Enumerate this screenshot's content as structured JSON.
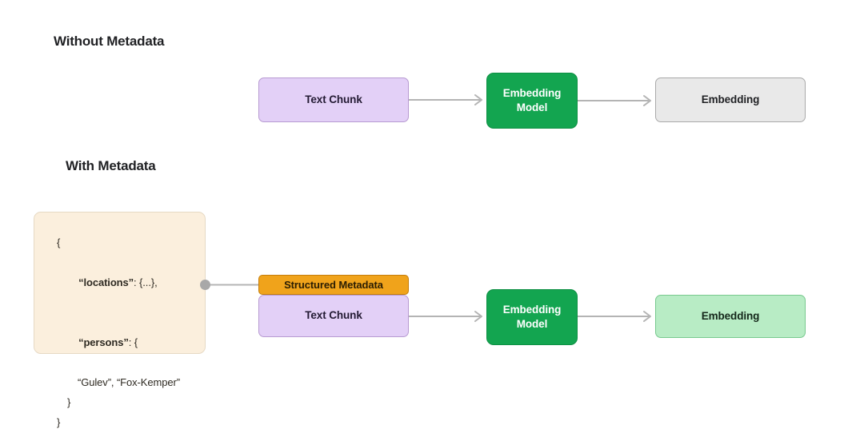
{
  "sections": [
    {
      "id": "without",
      "title": "Without Metadata"
    },
    {
      "id": "with",
      "title": "With Metadata"
    }
  ],
  "flow_without_metadata": {
    "text_chunk_label": "Text Chunk",
    "embedding_model_label": "Embedding\nModel",
    "embedding_model_line1": "Embedding",
    "embedding_model_line2": "Model",
    "embedding_output_label": "Embedding"
  },
  "flow_with_metadata": {
    "structured_metadata_label": "Structured Metadata",
    "text_chunk_label": "Text Chunk",
    "embedding_model_line1": "Embedding",
    "embedding_model_line2": "Model",
    "embedding_output_label": "Embedding"
  },
  "json_panel": {
    "line1": "{",
    "line2_key": "“locations”",
    "line2_rest": ": {...},",
    "line3_key": "“persons”",
    "line3_rest": ": {",
    "line4": "“Gulev”, “Fox-Kemper”",
    "line5": "}",
    "line6": "}"
  },
  "colors": {
    "text_chunk_fill": "#e3d0f7",
    "text_chunk_border": "#b79ad1",
    "embedding_model_fill": "#13a550",
    "embedding_model_border": "#0d8f43",
    "embedding_gray_fill": "#e9e9e9",
    "embedding_gray_border": "#a9a9a9",
    "embedding_green_fill": "#b8ecc5",
    "embedding_green_border": "#77c98e",
    "metadata_fill": "#f0a31b",
    "metadata_border": "#c47d0a",
    "json_panel_fill": "#fbefdd",
    "json_panel_border": "#e6d9c4",
    "connector": "#b4b4b4",
    "background": "#ffffff"
  }
}
